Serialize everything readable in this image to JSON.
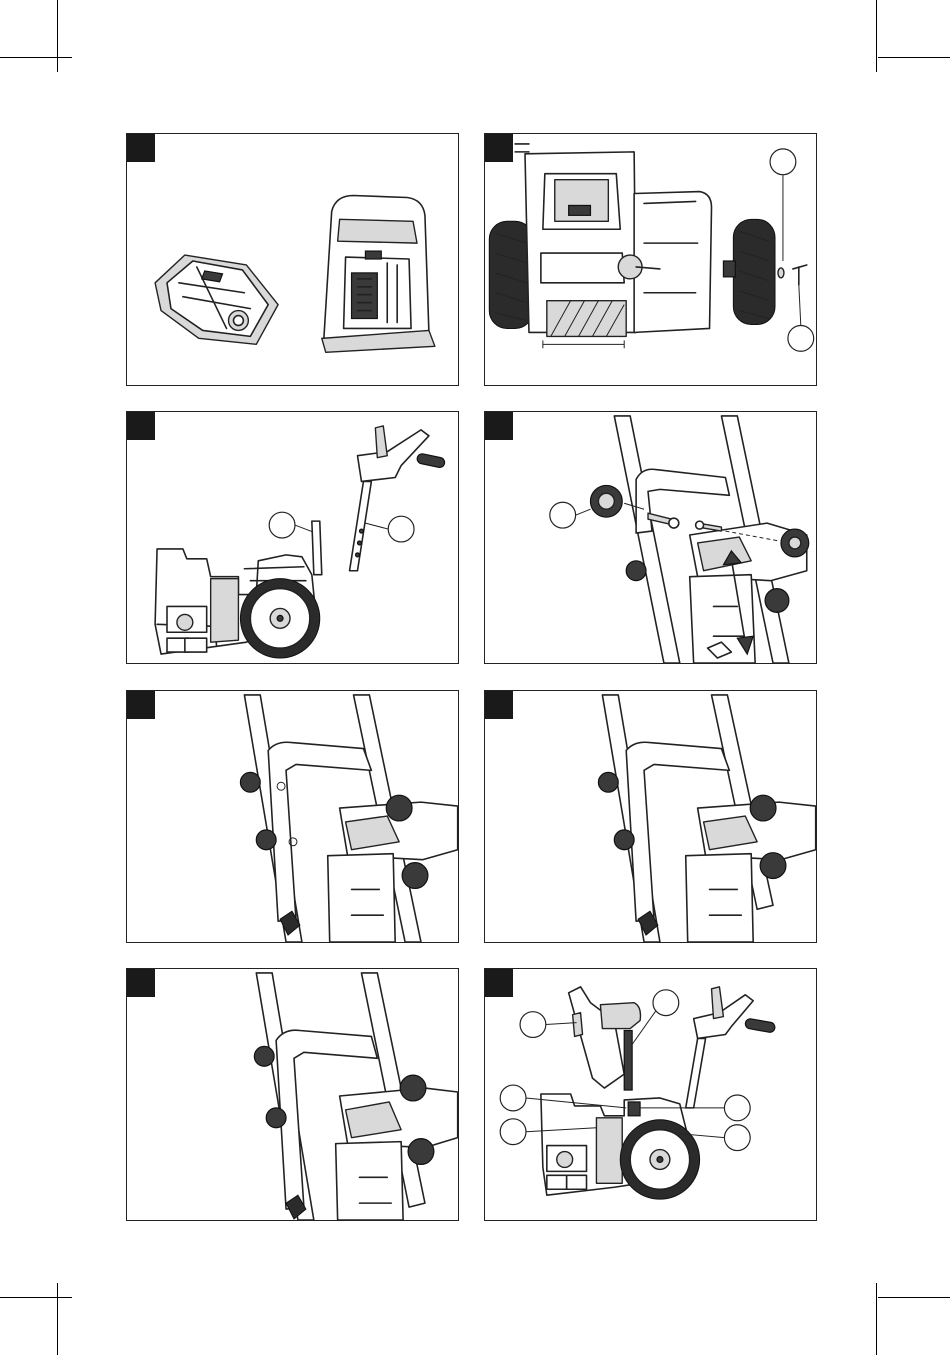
{
  "page": {
    "crop_marks": true
  },
  "panels": [
    {
      "id": 1,
      "icon": "battery-and-charger-illustration",
      "callouts": 0
    },
    {
      "id": 2,
      "icon": "snow-thrower-rear-wheel-illustration",
      "callouts": 2
    },
    {
      "id": 3,
      "icon": "snow-thrower-side-handle-illustration",
      "callouts": 2
    },
    {
      "id": 4,
      "icon": "handle-knob-assembly-illustration",
      "callouts": 1
    },
    {
      "id": 5,
      "icon": "handle-frame-knobs-illustration",
      "callouts": 0
    },
    {
      "id": 6,
      "icon": "handle-frame-adjust-illustration",
      "callouts": 0
    },
    {
      "id": 7,
      "icon": "handle-frame-tightened-illustration",
      "callouts": 0
    },
    {
      "id": 8,
      "icon": "chute-assembly-exploded-illustration",
      "callouts": 6
    }
  ],
  "colors": {
    "line": "#222222",
    "tab": "#1a1a1a",
    "background": "#ffffff"
  }
}
